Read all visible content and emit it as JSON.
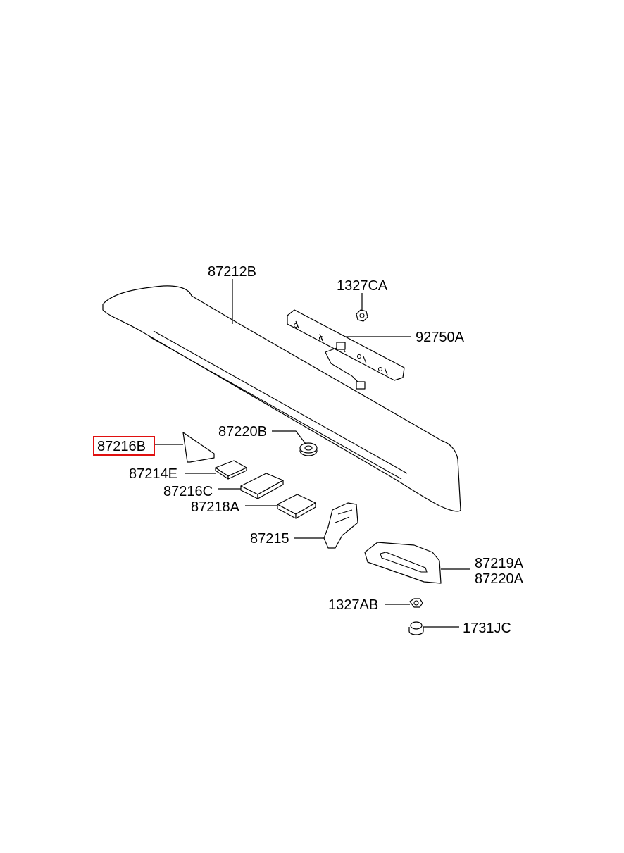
{
  "callouts": {
    "spoiler": "87212B",
    "bolt_top": "1327CA",
    "stop_lamp": "92750A",
    "grommet": "87220B",
    "pad_triangle": "87216B",
    "pad_a": "87214E",
    "pad_b": "87216C",
    "pad_c": "87218A",
    "bracket": "87215",
    "side_cover_left": "87219A",
    "side_cover_right": "87220A",
    "nut": "1327AB",
    "clip": "1731JC"
  },
  "highlighted_part": "87216B",
  "highlight_color": "#e01010"
}
